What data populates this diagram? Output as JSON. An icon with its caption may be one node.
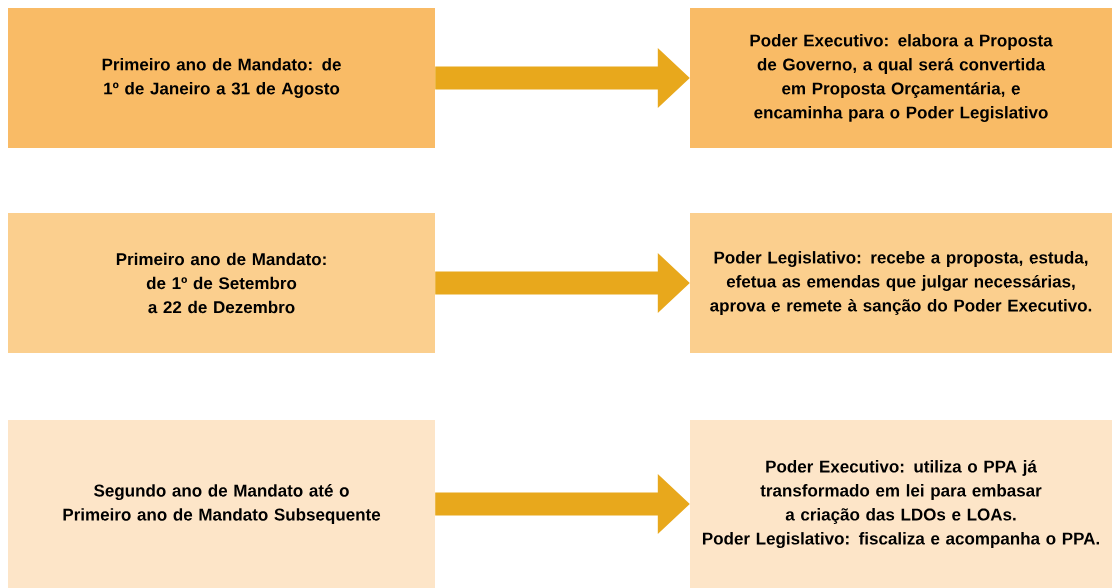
{
  "diagram": {
    "nodes": [
      {
        "text": [
          "Primeiro ano de Mandato: de 1º de Janeiro a 31 de Agosto"
        ]
      },
      {
        "text": [
          "Poder Executivo: elabora a Proposta de Governo, a qual será convertida em Proposta Orçamentária, e encaminha para o Poder Legislativo"
        ]
      },
      {
        "text": [
          "Primeiro ano de Mandato: de 1º de Setembro a 22 de Dezembro"
        ]
      },
      {
        "text": [
          "Poder Legislativo: recebe a proposta, estuda, efetua as emendas que julgar necessárias, aprova e remete à sanção do Poder Executivo."
        ]
      },
      {
        "text": [
          "Segundo ano de Mandato até o Primeiro ano de Mandato Subsequente"
        ]
      },
      {
        "text": [
          "Poder Executivo: utiliza o PPA já transformado em lei para embasar a criação das LDOs e LOAs.",
          "Poder Legislativo: fiscaliza e acompanha o PPA."
        ]
      }
    ],
    "edges": [
      {
        "from": 0,
        "to": 1,
        "arrow": "to"
      },
      {
        "from": 2,
        "to": 3,
        "arrow": "to"
      },
      {
        "from": 4,
        "to": 5,
        "arrow": "to"
      }
    ]
  }
}
